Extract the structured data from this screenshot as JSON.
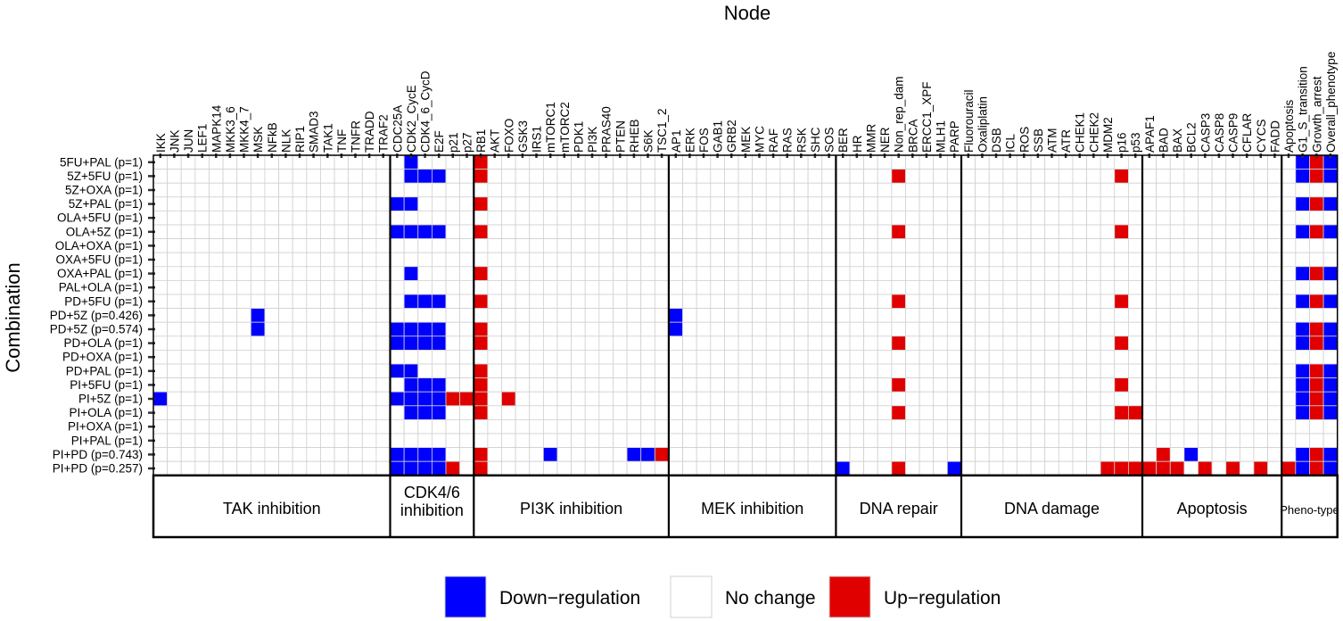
{
  "chart_data": {
    "type": "heatmap",
    "title": "",
    "xlabel": "Node",
    "ylabel": "Combination",
    "nodes": [
      "IKK",
      "JNK",
      "JUN",
      "LEF1",
      "MAPK14",
      "MKK3_6",
      "MKK4_7",
      "MSK",
      "NFkB",
      "NLK",
      "RIP1",
      "SMAD3",
      "TAK1",
      "TNF",
      "TNFR",
      "TRADD",
      "TRAF2",
      "CDC25A",
      "CDK2_CycE",
      "CDK4_6_CycD",
      "E2F",
      "p21",
      "p27",
      "RB1",
      "AKT",
      "FOXO",
      "GSK3",
      "IRS1",
      "mTORC1",
      "mTORC2",
      "PDK1",
      "PI3K",
      "PRAS40",
      "PTEN",
      "RHEB",
      "S6K",
      "TSC1_2",
      "AP1",
      "ERK",
      "FOS",
      "GAB1",
      "GRB2",
      "MEK",
      "MYC",
      "RAF",
      "RAS",
      "RSK",
      "SHC",
      "SOS",
      "BER",
      "HR",
      "MMR",
      "NER",
      "Non_rep_dam",
      "BRCA",
      "ERCC1_XPF",
      "MLH1",
      "PARP",
      "Fluorouracil",
      "Oxaliplatin",
      "DSB",
      "ICL",
      "ROS",
      "SSB",
      "ATM",
      "ATR",
      "CHEK1",
      "CHEK2",
      "MDM2",
      "p16",
      "p53",
      "APAF1",
      "BAD",
      "BAX",
      "BCL2",
      "CASP3",
      "CASP8",
      "CASP9",
      "CFLAR",
      "CYCS",
      "FADD",
      "Apoptosis",
      "G1_S_transition",
      "Growth_arrest",
      "Overall_phenotype"
    ],
    "combinations": [
      "5FU+PAL (p=1)",
      "5Z+5FU (p=1)",
      "5Z+OXA (p=1)",
      "5Z+PAL (p=1)",
      "OLA+5FU (p=1)",
      "OLA+5Z (p=1)",
      "OLA+OXA (p=1)",
      "OXA+5FU (p=1)",
      "OXA+PAL (p=1)",
      "PAL+OLA (p=1)",
      "PD+5FU (p=1)",
      "PD+5Z (p=0.426)",
      "PD+5Z (p=0.574)",
      "PD+OLA (p=1)",
      "PD+OXA (p=1)",
      "PD+PAL (p=1)",
      "PI+5FU (p=1)",
      "PI+5Z (p=1)",
      "PI+OLA (p=1)",
      "PI+OXA (p=1)",
      "PI+PAL (p=1)",
      "PI+PD (p=0.743)",
      "PI+PD (p=0.257)"
    ],
    "groups": [
      {
        "label": "TAK inhibition",
        "start": 0,
        "end": 16
      },
      {
        "label": "CDK4/6 inhibition",
        "start": 17,
        "end": 22
      },
      {
        "label": "PI3K inhibition",
        "start": 23,
        "end": 36
      },
      {
        "label": "MEK inhibition",
        "start": 37,
        "end": 48
      },
      {
        "label": "DNA repair",
        "start": 49,
        "end": 57
      },
      {
        "label": "DNA damage",
        "start": 58,
        "end": 70
      },
      {
        "label": "Apoptosis",
        "start": 71,
        "end": 80
      },
      {
        "label": "Pheno-type",
        "start": 81,
        "end": 84
      }
    ],
    "value_meaning": {
      "-1": "Down-regulation",
      "0": "No change",
      "1": "Up-regulation"
    },
    "colors": {
      "down": "#0000ff",
      "none": "#ffffff",
      "up": "#e00000",
      "grid": "#d0d0d0"
    },
    "cells": [
      {
        "row": 0,
        "down": [
          18,
          82,
          84
        ],
        "up": [
          23,
          83
        ]
      },
      {
        "row": 1,
        "down": [
          18,
          19,
          20,
          82,
          84
        ],
        "up": [
          23,
          53,
          69,
          83
        ]
      },
      {
        "row": 2,
        "down": [],
        "up": []
      },
      {
        "row": 3,
        "down": [
          17,
          18,
          82,
          84
        ],
        "up": [
          23,
          83
        ]
      },
      {
        "row": 4,
        "down": [],
        "up": []
      },
      {
        "row": 5,
        "down": [
          17,
          18,
          19,
          20,
          82,
          84
        ],
        "up": [
          23,
          53,
          69,
          83
        ]
      },
      {
        "row": 6,
        "down": [],
        "up": []
      },
      {
        "row": 7,
        "down": [],
        "up": []
      },
      {
        "row": 8,
        "down": [
          18,
          82,
          84
        ],
        "up": [
          23,
          83
        ]
      },
      {
        "row": 9,
        "down": [],
        "up": []
      },
      {
        "row": 10,
        "down": [
          18,
          19,
          20,
          82,
          84
        ],
        "up": [
          23,
          53,
          69,
          83
        ]
      },
      {
        "row": 11,
        "down": [
          7,
          37
        ],
        "up": []
      },
      {
        "row": 12,
        "down": [
          7,
          17,
          18,
          19,
          20,
          37,
          82,
          84
        ],
        "up": [
          23,
          83
        ]
      },
      {
        "row": 13,
        "down": [
          17,
          18,
          19,
          20,
          82,
          84
        ],
        "up": [
          23,
          53,
          69,
          83
        ]
      },
      {
        "row": 14,
        "down": [],
        "up": []
      },
      {
        "row": 15,
        "down": [
          17,
          18,
          82,
          84
        ],
        "up": [
          23,
          83
        ]
      },
      {
        "row": 16,
        "down": [
          18,
          19,
          20,
          82,
          84
        ],
        "up": [
          23,
          53,
          69,
          83
        ]
      },
      {
        "row": 17,
        "down": [
          0,
          17,
          18,
          19,
          20,
          82,
          84
        ],
        "up": [
          21,
          22,
          23,
          25,
          83
        ]
      },
      {
        "row": 18,
        "down": [
          18,
          19,
          20,
          82,
          84
        ],
        "up": [
          23,
          53,
          69,
          70,
          83
        ]
      },
      {
        "row": 19,
        "down": [],
        "up": []
      },
      {
        "row": 20,
        "down": [],
        "up": []
      },
      {
        "row": 21,
        "down": [
          17,
          18,
          19,
          20,
          28,
          34,
          35,
          74,
          82,
          84
        ],
        "up": [
          23,
          36,
          72,
          83
        ]
      },
      {
        "row": 22,
        "down": [
          17,
          18,
          19,
          20,
          49,
          57,
          82,
          84
        ],
        "up": [
          21,
          23,
          53,
          68,
          69,
          70,
          71,
          72,
          73,
          75,
          77,
          79,
          81,
          83
        ]
      }
    ]
  },
  "legend": [
    {
      "key": "down",
      "label": "Down−regulation"
    },
    {
      "key": "none",
      "label": "No change"
    },
    {
      "key": "up",
      "label": "Up−regulation"
    }
  ]
}
